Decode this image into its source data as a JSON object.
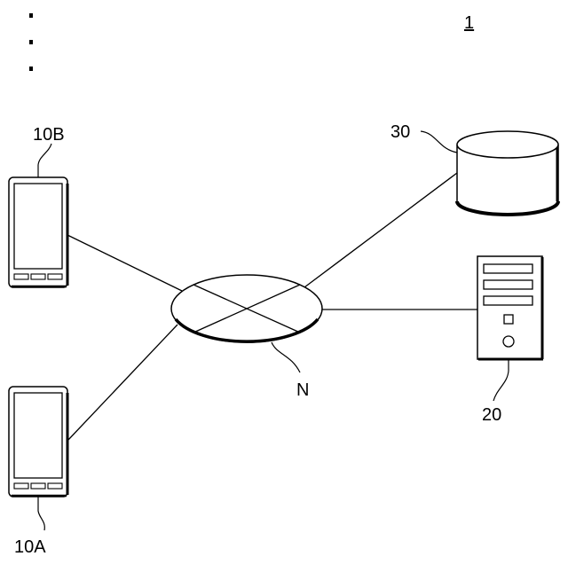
{
  "figure_number": "1",
  "labels": {
    "terminal_b": "10B",
    "terminal_a": "10A",
    "database": "30",
    "server": "20",
    "network": "N"
  },
  "colors": {
    "stroke": "#000000",
    "background": "#ffffff"
  },
  "icons": {
    "terminal_b": "smartphone-icon",
    "terminal_a": "smartphone-icon",
    "database": "database-cylinder-icon",
    "server": "server-tower-icon",
    "network": "network-ellipse-icon"
  }
}
